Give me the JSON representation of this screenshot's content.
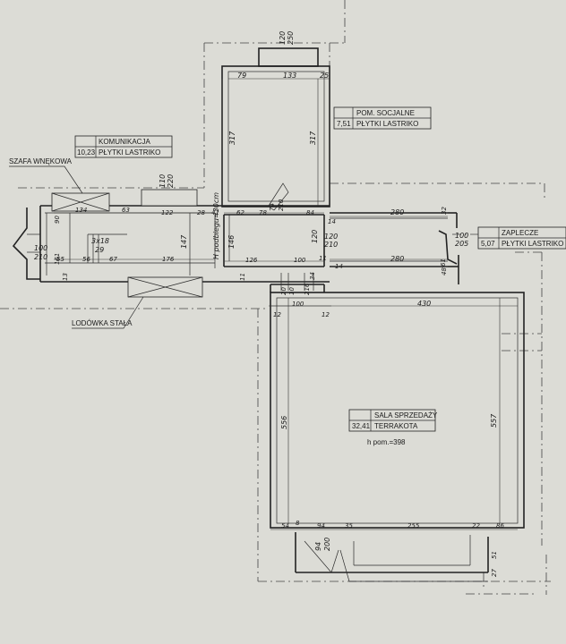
{
  "rooms": {
    "komunikacja": {
      "name": "KOMUNIKACJA",
      "area": "10,23",
      "floor": "PŁYTKI LASTRIKO"
    },
    "socjalne": {
      "name": "POM. SOCJALNE",
      "area": "7,51",
      "floor": "PŁYTKI LASTRIKO"
    },
    "zaplecze": {
      "name": "ZAPLECZE",
      "area": "5,07",
      "floor": "PŁYTKI LASTRIKO"
    },
    "sala": {
      "name": "SALA SPRZEDAŻY",
      "area": "32,41",
      "floor": "TERRAKOTA",
      "height": "h pom.=398"
    }
  },
  "labels": {
    "szafa": "SZAFA WNĘKOWA",
    "lodowka": "LODÓWKA STAŁA",
    "hpodbiegu": "H podbiegu=30cm"
  },
  "dims": {
    "d120": "120",
    "d250": "250",
    "d79": "79",
    "d133": "133",
    "d25": "25",
    "d317a": "317",
    "d317b": "317",
    "d110": "110",
    "d220": "220",
    "d134": "134",
    "d63": "63",
    "d122": "122",
    "d28": "28",
    "d41": "41",
    "d62": "62",
    "d78": "78",
    "d74": "74",
    "d210a": "210",
    "d84": "84",
    "d280a": "280",
    "d32": "32",
    "d14a": "14",
    "d90": "90",
    "d100a": "100",
    "d210b": "210",
    "d3x18": "3x18",
    "d29": "29",
    "d147": "147",
    "d146": "146",
    "d120b": "120",
    "d210c": "210",
    "d100b": "100",
    "d205": "205",
    "d161": "161",
    "d13": "13",
    "d55": "55",
    "d56": "56",
    "d67": "67",
    "d176": "176",
    "d126": "126",
    "d100c": "100",
    "d11a": "11",
    "d11b": "11",
    "d280b": "280",
    "d14b": "14",
    "d48": "48",
    "d34": "34",
    "d61": "61",
    "d20": "20",
    "d10": "10",
    "d216": "216",
    "d100d": "100",
    "d12a": "12",
    "d12b": "12",
    "d430": "430",
    "d556": "556",
    "d557": "557",
    "d54": "54",
    "d8": "8",
    "d94a": "94",
    "d35": "35",
    "d255": "255",
    "d22": "22",
    "d86": "86",
    "d94b": "94",
    "d200": "200",
    "d51": "51",
    "d27": "27"
  }
}
